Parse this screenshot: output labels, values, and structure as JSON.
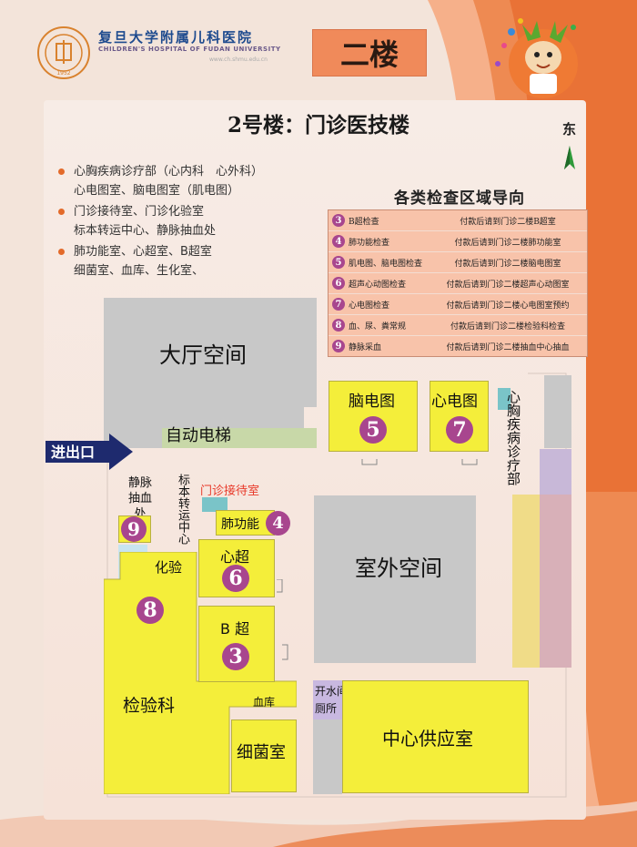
{
  "header": {
    "hospital_name_cn": "复旦大学附属儿科医院",
    "hospital_name_en": "CHILDREN'S HOSPITAL OF FUDAN UNIVERSITY",
    "hospital_url": "www.ch.shmu.edu.cn",
    "logo_year": "1952",
    "floor": "二楼"
  },
  "building_title": "2号楼：门诊医技楼",
  "compass": {
    "label": "东"
  },
  "departments": [
    {
      "line1": "心胸疾病诊疗部（心内科　心外科）",
      "line2": "心电图室、脑电图室（肌电图）"
    },
    {
      "line1": "门诊接待室、门诊化验室",
      "line2": "标本转运中心、静脉抽血处"
    },
    {
      "line1": "肺功能室、心超室、B超室",
      "line2": "细菌室、血库、生化室、"
    }
  ],
  "guide": {
    "title": "各类检查区域导向",
    "rows": [
      {
        "num": "3",
        "name": "B超检查",
        "text": "付款后请到门诊二楼B超室"
      },
      {
        "num": "4",
        "name": "肺功能检查",
        "text": "付款后请到门诊二楼肺功能室"
      },
      {
        "num": "5",
        "name": "肌电图、脑电图检查",
        "text": "付款后请到门诊二楼脑电图室"
      },
      {
        "num": "6",
        "name": "超声心动图检查",
        "text": "付款后请到门诊二楼超声心动图室"
      },
      {
        "num": "7",
        "name": "心电图检查",
        "text": "付款后请到门诊二楼心电图室预约"
      },
      {
        "num": "8",
        "name": "血、尿、粪常规",
        "text": "付款后请到门诊二楼检验科检查"
      },
      {
        "num": "9",
        "name": "静脉采血",
        "text": "付款后请到门诊二楼抽血中心抽血"
      }
    ]
  },
  "map": {
    "hall": "大厅空间",
    "escalator": "自动电梯",
    "entrance": "进出口",
    "eeg": {
      "label": "脑电图",
      "num": "5"
    },
    "ecg": {
      "label": "心电图",
      "num": "7"
    },
    "cardio": "心胸疾病诊疗部",
    "blood_draw": {
      "label": "静脉抽血处",
      "num": "9"
    },
    "specimen": "标本转运中心",
    "reception": "门诊接待室",
    "lung": {
      "label": "肺功能",
      "num": "4"
    },
    "toilet1": "厕所",
    "lab_test": "化验",
    "lab_num": "8",
    "echo": {
      "label": "心超",
      "num": "6"
    },
    "bscan": {
      "label": "B 超",
      "num": "3"
    },
    "outdoor": "室外空间",
    "lab_dept": "检验科",
    "blood_bank": "血库",
    "bacteria": "细菌室",
    "water_room": "开水间",
    "toilet2": "厕所",
    "supply": "中心供应室"
  },
  "colors": {
    "accent_orange": "#e8743a",
    "room_yellow": "#f4ee3a",
    "marker_purple": "#a8468e"
  }
}
